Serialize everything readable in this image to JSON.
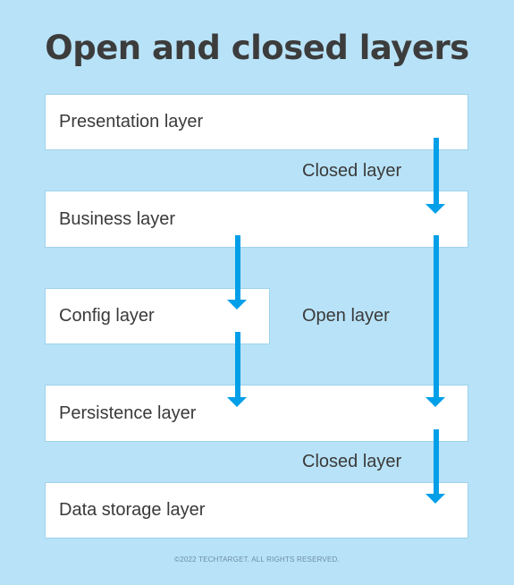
{
  "title": "Open and closed layers",
  "layers": [
    {
      "label": "Presentation layer"
    },
    {
      "label": "Business layer"
    },
    {
      "label": "Config layer"
    },
    {
      "label": "Persistence layer"
    },
    {
      "label": "Data storage layer"
    }
  ],
  "annotations": {
    "closed_top": "Closed layer",
    "open_middle": "Open layer",
    "closed_bottom": "Closed layer"
  },
  "colors": {
    "background": "#b8e2f7",
    "box_fill": "#ffffff",
    "arrow": "#009fe8",
    "title": "#3c3c3c",
    "text": "#3a3a3a"
  },
  "copyright": "©2022 TECHTARGET. ALL RIGHTS RESERVED."
}
